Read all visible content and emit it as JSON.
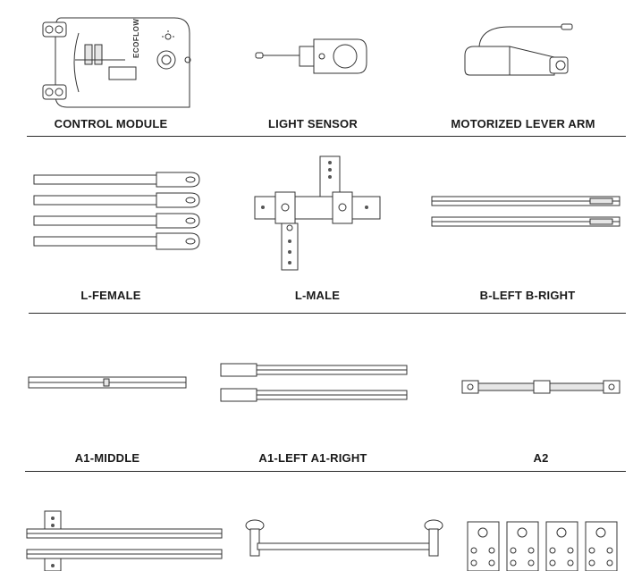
{
  "parts": {
    "control_module": "CONTROL MODULE",
    "light_sensor": "LIGHT SENSOR",
    "motorized_lever_arm": "MOTORIZED LEVER ARM",
    "l_female": "L-FEMALE",
    "l_male": "L-MALE",
    "b_left_b_right": "B-LEFT B-RIGHT",
    "a1_middle": "A1-MIDDLE",
    "a1_left_a1_right": "A1-LEFT A1-RIGHT",
    "a2": "A2"
  },
  "control_module_branding": "ECOFLOW",
  "colors": {
    "line": "#333333",
    "text": "#1a1a1a",
    "fill": "#ffffff"
  }
}
